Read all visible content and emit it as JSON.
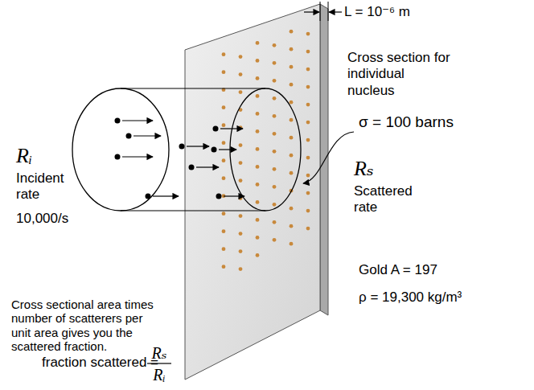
{
  "diagram": {
    "labels": [
      "L = 10⁻⁶ m",
      "Cross section for individual nucleus",
      "σ = 100 barns",
      "Rᵢ",
      "Incident rate",
      "10,000/s",
      "Rₛ",
      "Scattered rate",
      "Cross sectional area times number of scatterers per unit area gives you the scattered fraction.",
      "Gold A = 197",
      "ρ = 19,300 kg/m³",
      "fraction scattered =",
      "Rₛ",
      "Rᵢ"
    ]
  }
}
